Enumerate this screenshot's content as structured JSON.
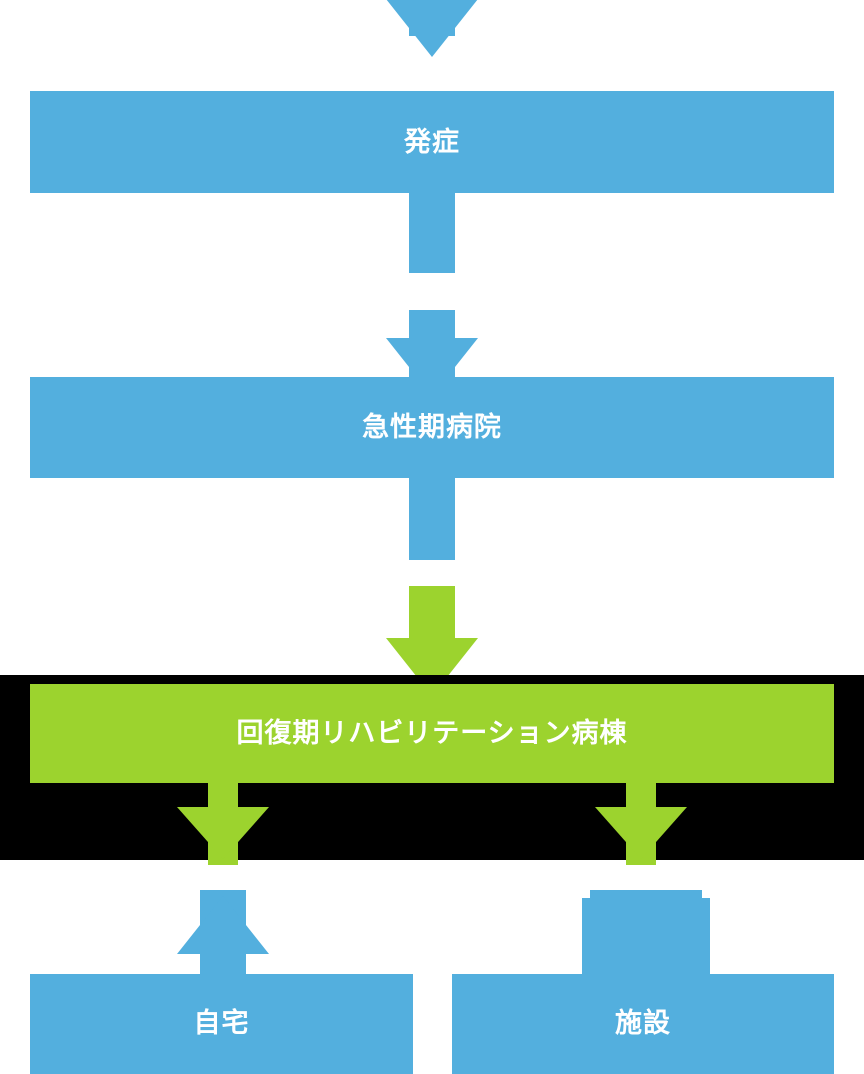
{
  "diagram": {
    "title": "",
    "type": "flowchart",
    "orientation": "top-to-bottom",
    "colors": {
      "primary_blue": "#53AFDE",
      "highlight_green": "#9CD32E",
      "band_black": "#000000",
      "label_white": "#FFFFFF"
    },
    "nodes": [
      {
        "id": "onset",
        "label": "発症",
        "color": "#53AFDE",
        "highlighted": false
      },
      {
        "id": "acute",
        "label": "急性期病院",
        "color": "#53AFDE",
        "highlighted": false
      },
      {
        "id": "rehab",
        "label": "回復期リハビリテーション病棟",
        "color": "#9CD32E",
        "highlighted": true
      },
      {
        "id": "home",
        "label": "自宅",
        "color": "#53AFDE",
        "highlighted": false
      },
      {
        "id": "facility",
        "label": "施設",
        "color": "#53AFDE",
        "highlighted": false
      }
    ],
    "edges": [
      {
        "id": "e-in-onset",
        "from": "",
        "to": "onset",
        "direction": "down",
        "color": "#53AFDE"
      },
      {
        "id": "e-onset-acute",
        "from": "onset",
        "to": "acute",
        "direction": "down",
        "color": "#53AFDE"
      },
      {
        "id": "e-acute-rehab",
        "from": "acute",
        "to": "rehab",
        "direction": "down",
        "color": "#9CD32E"
      },
      {
        "id": "e-rehab-home",
        "from": "rehab",
        "to": "home",
        "direction": "down",
        "color": "#9CD32E"
      },
      {
        "id": "e-rehab-facility",
        "from": "rehab",
        "to": "facility",
        "direction": "down",
        "color": "#9CD32E"
      },
      {
        "id": "e-home-up",
        "from": "home",
        "to": "rehab",
        "direction": "up",
        "color": "#53AFDE"
      },
      {
        "id": "e-facility-up",
        "from": "facility",
        "to": "rehab",
        "direction": "up",
        "color": "#53AFDE"
      }
    ],
    "highlight_band": {
      "name": "rehab-highlight-band",
      "color": "#000000"
    }
  }
}
